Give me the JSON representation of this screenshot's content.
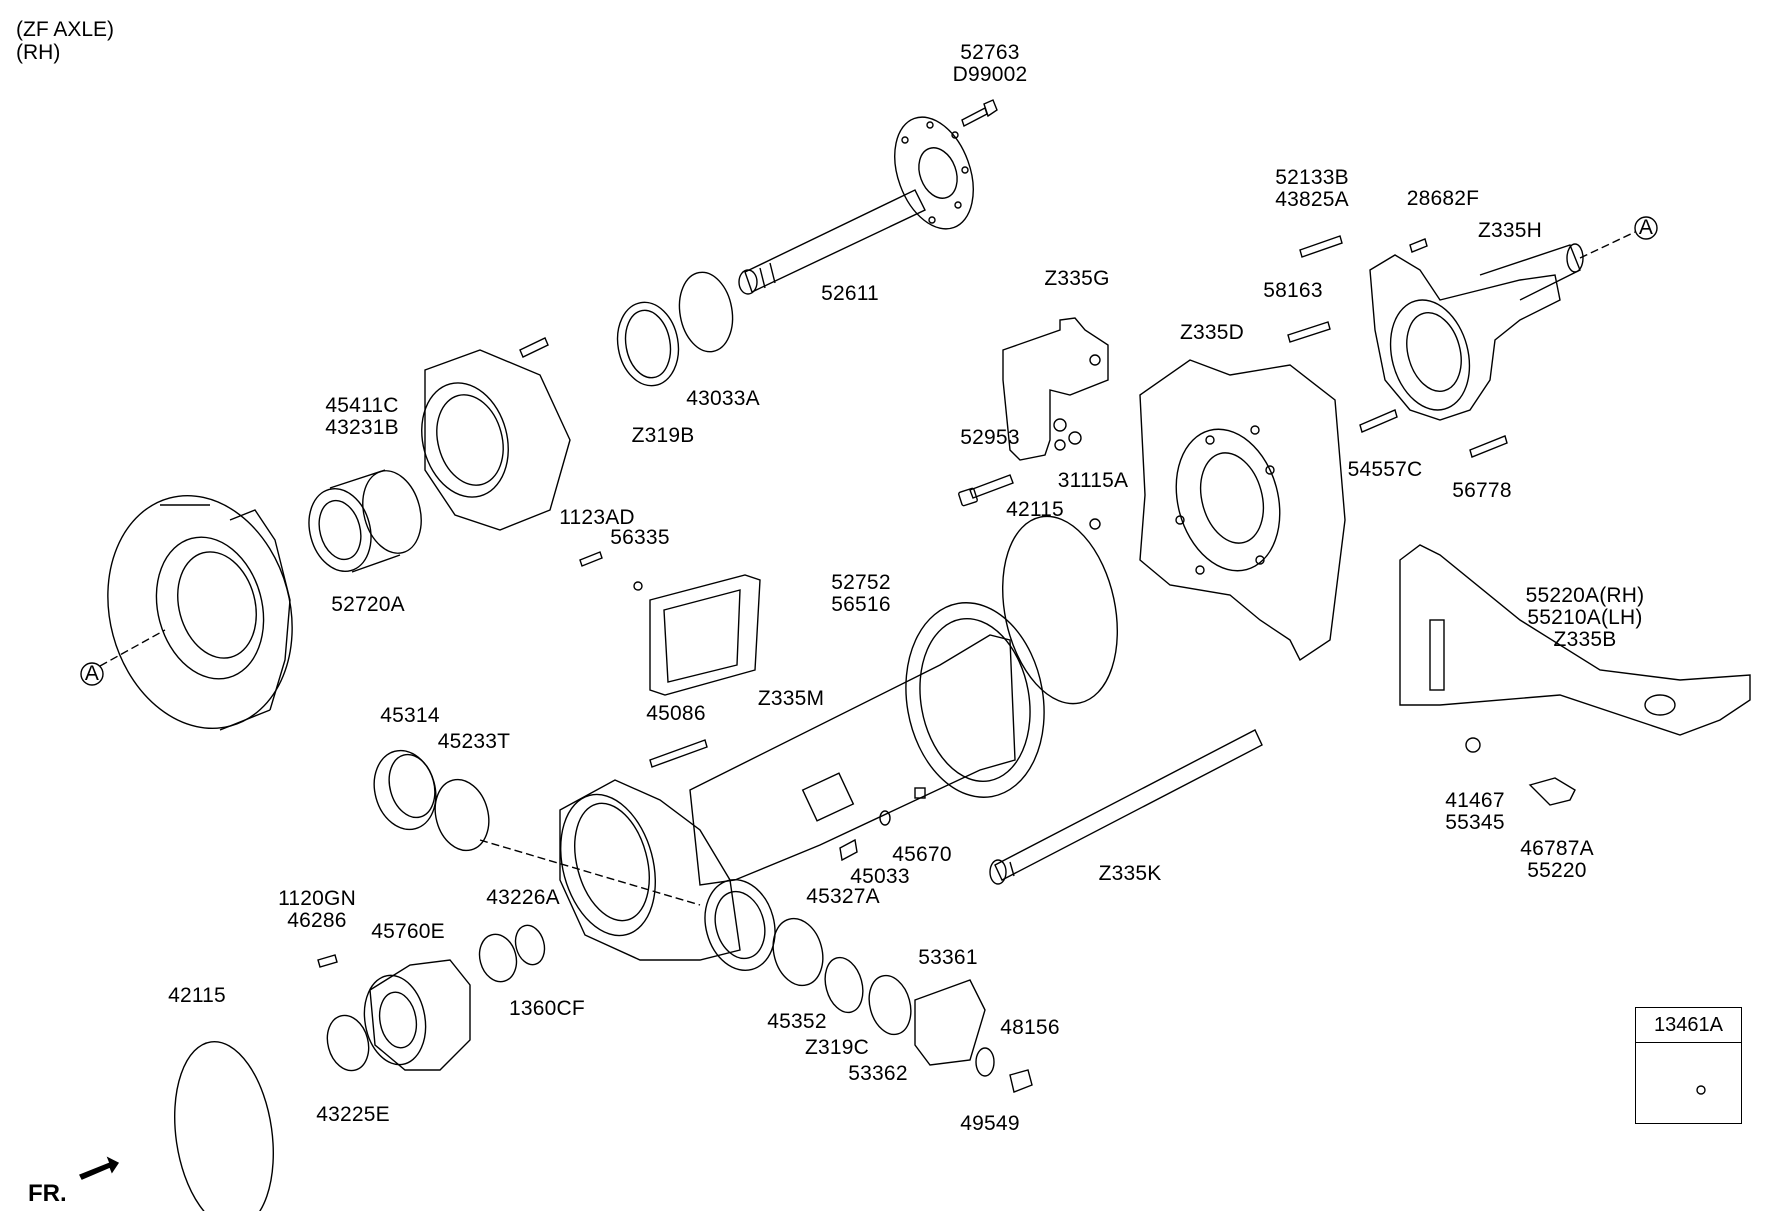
{
  "header": {
    "line1": "(ZF AXLE)",
    "line2": "(RH)"
  },
  "direction": "FR.",
  "legend_box": {
    "code": "13461A"
  },
  "ref_marker": "A",
  "labels": {
    "l52763": "52763",
    "lD99002": "D99002",
    "l52611": "52611",
    "l43033A": "43033A",
    "lZ319B": "Z319B",
    "l45411C": "45411C",
    "l43231B": "43231B",
    "l52720A": "52720A",
    "l1123AD": "1123AD",
    "l56335": "56335",
    "lZ335G": "Z335G",
    "l52953": "52953",
    "l31115A": "31115A",
    "l42115a": "42115",
    "lZ335D": "Z335D",
    "l52133B": "52133B",
    "l43825A": "43825A",
    "l28682F": "28682F",
    "lZ335H": "Z335H",
    "l58163": "58163",
    "l54557C": "54557C",
    "l56778": "56778",
    "l52752": "52752",
    "l56516": "56516",
    "lZ335M": "Z335M",
    "l45086": "45086",
    "l55220A": "55220A(RH)",
    "l55210A": "55210A(LH)",
    "lZ335B": "Z335B",
    "l41467": "41467",
    "l55345": "55345",
    "l46787A": "46787A",
    "l55220": "55220",
    "l45314": "45314",
    "l45233T": "45233T",
    "l45670": "45670",
    "l45033": "45033",
    "l45327A": "45327A",
    "lZ335K": "Z335K",
    "l1120GN": "1120GN",
    "l46286": "46286",
    "l45760E": "45760E",
    "l43226A": "43226A",
    "l1360CF": "1360CF",
    "l43225E": "43225E",
    "l42115b": "42115",
    "l53361": "53361",
    "l45352": "45352",
    "lZ319C": "Z319C",
    "l53362": "53362",
    "l48156": "48156",
    "l49549": "49549"
  }
}
